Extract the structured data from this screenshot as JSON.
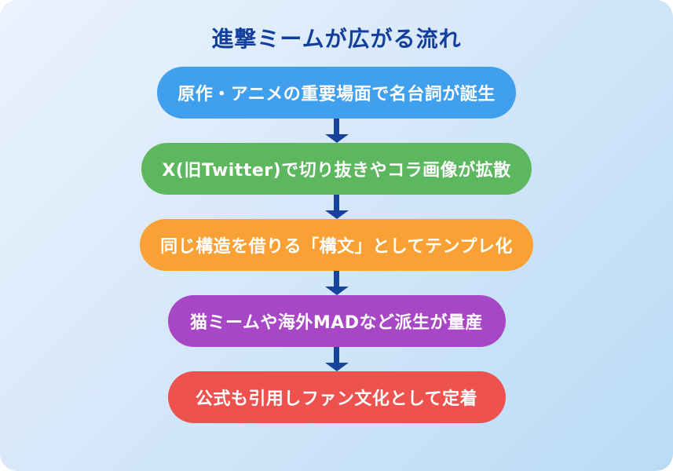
{
  "title": "進撃ミームが広がる流れ",
  "colors": {
    "background_gradient_start": "#eaf3fd",
    "background_gradient_end": "#b9dbf6",
    "title_text": "#123f9b",
    "arrow": "#17449b",
    "step_text": "#ffffff"
  },
  "chart_type": "flowchart",
  "flow": {
    "steps": [
      {
        "label": "原作・アニメの重要場面で名台詞が誕生",
        "color": "#41a0ee"
      },
      {
        "label": "X(旧Twitter)で切り抜きやコラ画像が拡散",
        "color": "#5cb75f"
      },
      {
        "label": "同じ構造を借りる「構文」としてテンプレ化",
        "color": "#f9a135"
      },
      {
        "label": "猫ミームや海外MADなど派生が量産",
        "color": "#a847c6"
      },
      {
        "label": "公式も引用しファン文化として定着",
        "color": "#ee524f"
      }
    ]
  }
}
